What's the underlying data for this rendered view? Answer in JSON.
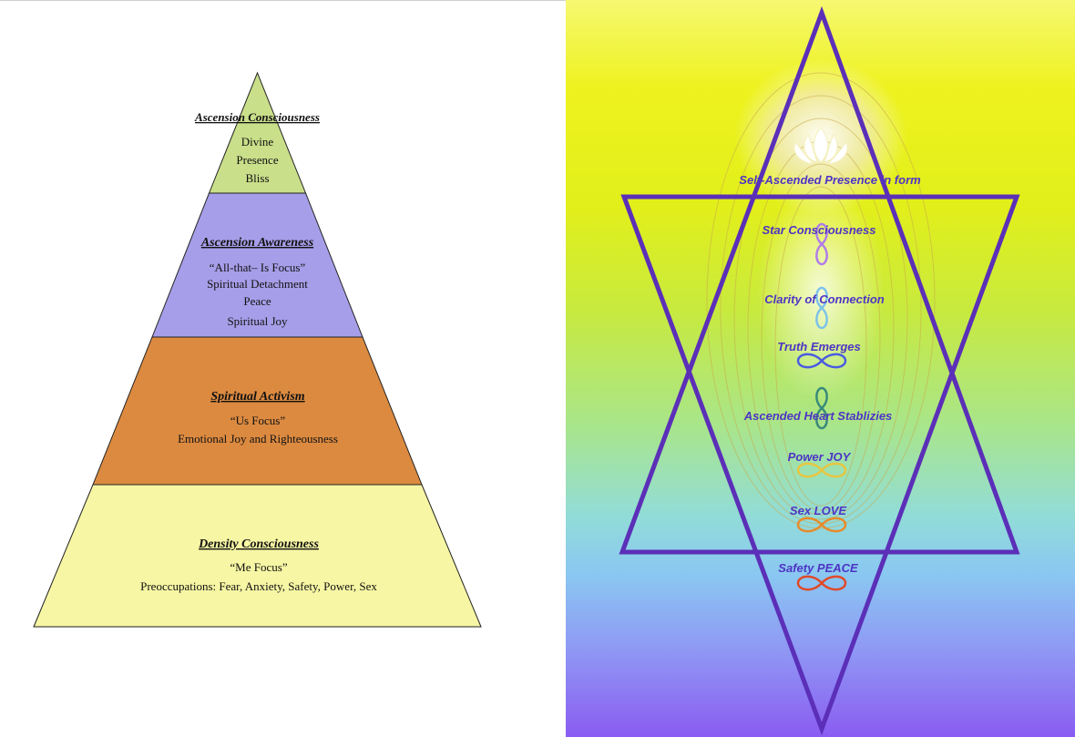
{
  "pyramid": {
    "levels": [
      {
        "title": "Ascension  Consciousness",
        "lines": [
          "Divine",
          "Presence",
          "Bliss"
        ],
        "color": "#c9df8a"
      },
      {
        "title": "Ascension Awareness",
        "lines": [
          "“All-that– Is Focus”",
          "Spiritual Detachment",
          "Peace",
          "Spiritual Joy"
        ],
        "color": "#a79ee9"
      },
      {
        "title": "Spiritual Activism",
        "lines": [
          "“Us Focus”",
          "Emotional Joy and Righteousness"
        ],
        "color": "#dc8a40"
      },
      {
        "title": "Density Consciousness",
        "lines": [
          "“Me Focus”",
          "Preoccupations: Fear, Anxiety, Safety, Power, Sex"
        ],
        "color": "#f7f6a4"
      }
    ]
  },
  "star": {
    "star_color": "#5b2fb8",
    "labels": [
      {
        "text": "Self-Ascended Presence in form",
        "color": "#4e34c4"
      },
      {
        "text": "Star Consciousness",
        "color": "#4e34c4"
      },
      {
        "text": "Clarity of Connection",
        "color": "#4e34c4"
      },
      {
        "text": "Truth Emerges",
        "color": "#4e34c4"
      },
      {
        "text": "Ascended Heart Stablizies",
        "color": "#4e34c4"
      },
      {
        "text": "Power  JOY",
        "color": "#4e34c4"
      },
      {
        "text": "Sex  LOVE",
        "color": "#4e34c4"
      },
      {
        "text": "Safety  PEACE",
        "color": "#4e34c4"
      }
    ],
    "knot_colors": [
      "#b07de8",
      "#7cc3e8",
      "#4a5ce0",
      "#3a8a7a",
      "#e6c640",
      "#e88a2a",
      "#e04a2a"
    ]
  }
}
